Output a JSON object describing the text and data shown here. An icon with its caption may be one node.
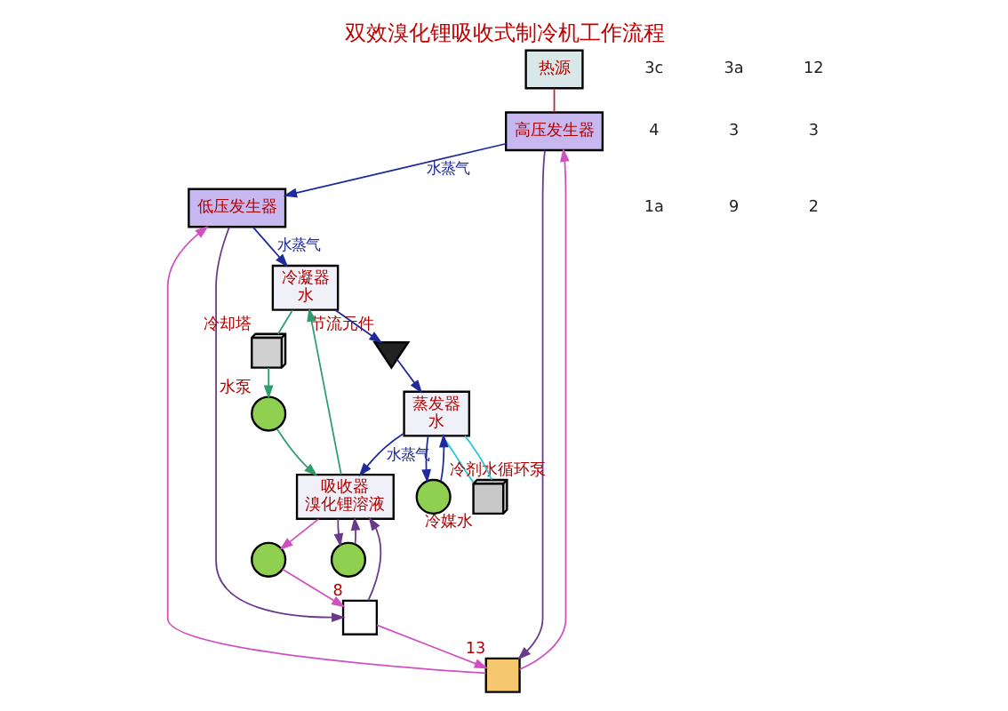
{
  "diagram": {
    "title": "双效溴化锂吸收式制冷机工作流程",
    "nodes": [
      {
        "text": [
          "热源"
        ]
      },
      {
        "text": [
          "高压发生器"
        ]
      },
      {
        "text": [
          "低压发生器"
        ]
      },
      {
        "text": [
          "冷凝器",
          "水"
        ]
      },
      {
        "text": [],
        "shape": "picture",
        "beside": [
          "冷却塔"
        ]
      },
      {
        "text": [],
        "shape": "valve",
        "beside": [
          "节流元件"
        ]
      },
      {
        "text": [
          "蒸发器",
          "水"
        ]
      },
      {
        "text": [],
        "shape": "picture",
        "beside": [
          "冷媒水"
        ]
      },
      {
        "text": [
          "吸收器",
          "溴化锂溶液"
        ]
      },
      {
        "text": [],
        "shape": "box",
        "beside": [
          "13"
        ]
      },
      {
        "text": [],
        "shape": "box",
        "beside": [
          "8"
        ]
      },
      {
        "text": [],
        "shape": "circle"
      },
      {
        "text": [],
        "shape": "circle"
      },
      {
        "text": [],
        "shape": "circle",
        "beside": [
          "冷剂水循环泵"
        ]
      },
      {
        "text": [],
        "shape": "circle",
        "beside": [
          "水泵"
        ]
      }
    ],
    "edges": [
      {
        "from": 0,
        "to": 1,
        "arrow": "none",
        "color": "#b03030"
      },
      {
        "from": 1,
        "to": 2,
        "arrow": "to",
        "label": "水蒸气"
      },
      {
        "from": 2,
        "to": 3,
        "arrow": "to",
        "label": "水蒸气"
      },
      {
        "from": 3,
        "to": 5,
        "arrow": "to"
      },
      {
        "from": 5,
        "to": 6,
        "arrow": "to"
      },
      {
        "from": 6,
        "to": 8,
        "arrow": "to",
        "label": "水蒸气"
      },
      {
        "from": 8,
        "to": 11,
        "arrow": "to",
        "color": "#d050c0"
      },
      {
        "from": 11,
        "to": 10,
        "arrow": "to",
        "color": "#d050c0"
      },
      {
        "from": 10,
        "to": 9,
        "arrow": "to",
        "color": "#d050c0"
      },
      {
        "from": 9,
        "to": 1,
        "arrow": "to",
        "color": "#d050c0"
      },
      {
        "from": 1,
        "to": 9,
        "arrow": "to",
        "color": "#6a3a8a"
      },
      {
        "from": 9,
        "to": 2,
        "arrow": "to",
        "color": "#d050c0"
      },
      {
        "from": 2,
        "to": 10,
        "arrow": "to",
        "color": "#6a3a8a"
      },
      {
        "from": 10,
        "to": 8,
        "arrow": "to",
        "color": "#6a3a8a"
      },
      {
        "from": 8,
        "to": 12,
        "arrow": "to",
        "color": "#6a3a8a"
      },
      {
        "from": 12,
        "to": 8,
        "arrow": "to",
        "color": "#6a3a8a"
      },
      {
        "from": 6,
        "to": 13,
        "arrow": "to"
      },
      {
        "from": 13,
        "to": 6,
        "arrow": "to"
      },
      {
        "from": 14,
        "to": 8,
        "arrow": "to",
        "color": "#2e9e70"
      },
      {
        "from": 8,
        "to": 3,
        "arrow": "to",
        "color": "#2e9e70"
      },
      {
        "from": 3,
        "to": 4,
        "arrow": "none",
        "color": "#2e9e70"
      },
      {
        "from": 4,
        "to": 14,
        "arrow": "to",
        "color": "#2e9e70"
      },
      {
        "from": 7,
        "to": 6,
        "arrow": "none",
        "color": "#20c8d8"
      },
      {
        "from": 6,
        "to": 7,
        "arrow": "none",
        "color": "#20c8d8"
      }
    ],
    "labels": [
      "3c",
      "3a",
      "12",
      "4",
      "3",
      "3",
      "1a",
      "9",
      "2"
    ]
  }
}
